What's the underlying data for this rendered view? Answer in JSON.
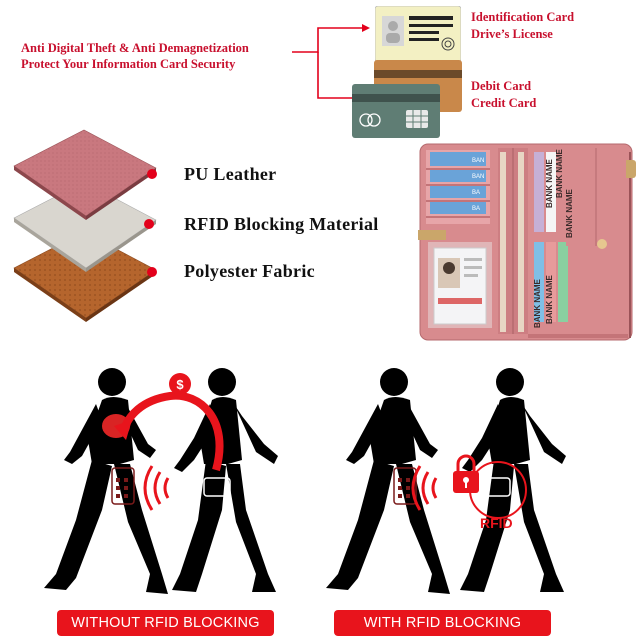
{
  "top": {
    "anti_line1": "Anti Digital Theft & Anti Demagnetization",
    "anti_line2": "Protect Your Information Card Security",
    "id_line1": "Identification Card",
    "id_line2": "Drive’s License",
    "debit_line1": "Debit Card",
    "debit_line2": "Credit Card"
  },
  "layers": {
    "pu": "PU Leather",
    "rfid": "RFID Blocking Material",
    "poly": "Polyester Fabric"
  },
  "wallet": {
    "card_text": "BANK NAME"
  },
  "scenes": {
    "money_symbol": "$",
    "rfid_label": "RFID",
    "without_label": "WITHOUT RFID BLOCKING",
    "with_label": "WITH RFID BLOCKING"
  },
  "colors": {
    "accent_red": "#e8141c",
    "leather_pink": "#c9787f",
    "rfid_gray": "#d9d6cf",
    "fabric_brown": "#b5652d",
    "wallet_pink": "#d88b8e"
  },
  "icons": [
    "shield-card-icon",
    "money-bag-icon",
    "signal-waves-icon",
    "padlock-icon",
    "wallet-icon",
    "card-reader-icon"
  ]
}
